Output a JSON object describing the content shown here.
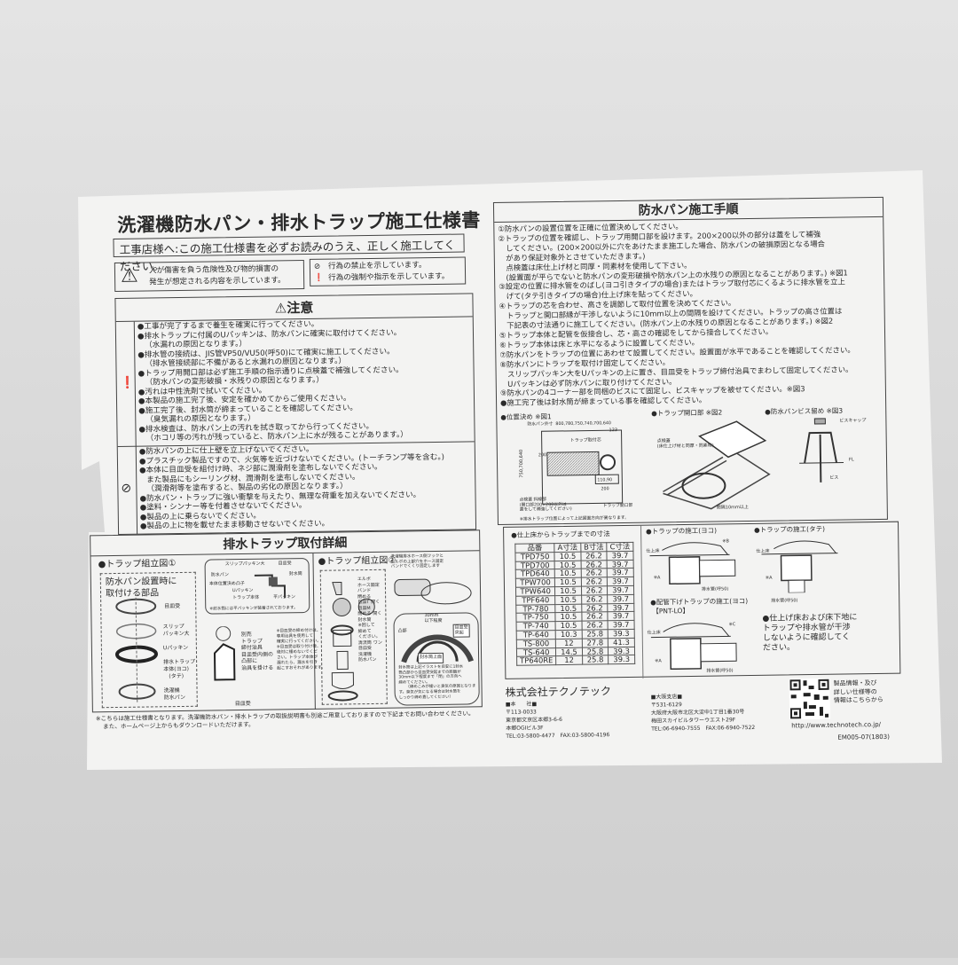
{
  "title": "洗濯機防水パン・排水トラップ施工仕様書",
  "notice": "工事店様へ:この施工仕様書を必ずお読みのうえ、正しく施工してください。",
  "legend": {
    "warning": [
      "人が傷害を負う危険性及び物的損害の",
      "発生が想定される内容を示しています。"
    ],
    "prohibit": "行為の禁止を示しています。",
    "mandatory": "行為の強制や指示を示しています。"
  },
  "caution": {
    "header": "注意",
    "mandatory_items": [
      "●工事が完了するまで養生を確実に行ってください。",
      "●排水トラップに付属のUパッキンは、防水パンに確実に取付けてください。",
      "（水漏れの原因となります。）",
      "●排水管の接続は、JIS管VP50/VU50(呼50)にて確実に施工してください。",
      "（排水管接続部に不備があると水漏れの原因となります。）",
      "●トラップ用開口部は必ず施工手順の指示通りに点検蓋で補強してください。",
      "（防水パンの変形破損・水残りの原因となります。）",
      "●汚れは中性洗剤で拭いてください。",
      "●本製品の施工完了後、安定を確かめてからご使用ください。",
      "●施工完了後、封水筒が締まっていることを確認してください。",
      "（臭気漏れの原因となります。）",
      "●排水検査は、防水パン上の汚れを拭き取ってから行ってください。",
      "（ホコリ等の汚れが残っていると、防水パン上に水が残ることがあります。）"
    ],
    "prohibit_items": [
      "●防水パンの上に仕上壁を立上げないでください。",
      "●プラスチック製品ですので、火気等を近づけないでください。(トーチランプ等を含む。)",
      "●本体に目皿受を組付け時、ネジ部に潤滑剤を塗布しないでください。",
      "また製品にもシーリング材、潤滑剤を塗布しないでください。",
      "（潤滑剤等を塗布すると、製品の劣化の原因となります。）",
      "●防水パン・トラップに強い衝撃を与えたり、無理な荷重を加えないでください。",
      "●塗料・シンナー等を付着させないでください。",
      "●製品の上に乗らないでください。",
      "●製品の上に物を載せたまま移動させないでください。"
    ]
  },
  "detail": {
    "header": "排水トラップ取付詳細",
    "fig1": {
      "title": "●トラップ組立図①",
      "parts_title": [
        "防水パン設置時に",
        "取付ける部品"
      ],
      "parts": [
        "目皿受",
        "スリップ",
        "パッキン大",
        "Uパッキン",
        "排水トラップ",
        "本体(ヨコ)",
        "(タテ)",
        "洗濯機",
        "防水パン",
        "目皿受"
      ],
      "callout": [
        "スリップパッキン大",
        "目皿受",
        "防水パン",
        "封水筒",
        "本体位置決め凸子",
        "Uパッキン",
        "トラップ本体",
        "平パッキン",
        "※封水筒には平パッキンが装着されております。"
      ],
      "tool": [
        "別売",
        "トラップ",
        "締付治具",
        "目皿受内側の",
        "凸部に",
        "治具を掛ける"
      ],
      "tool_note": [
        "※目皿受の締め付けは、",
        "専用治具を使用して",
        "確実に行ってください。",
        "※目皿受は取り付け後、",
        "絶対に緩めないでくだ",
        "さい。トラップ本体が",
        "漏れたら、漏水を引き",
        "起こすおそれがあります。"
      ]
    },
    "fig2": {
      "title": "●トラップ組立図②",
      "labels": [
        "エルボ",
        "ホース固定",
        "バンド",
        "閉める",
        "目皿T",
        "開く",
        "目皿M",
        "閉める",
        "開く",
        "封水筒",
        "※回して",
        "締めて",
        "ください。",
        "清流筒",
        "ワン",
        "目皿受",
        "洗濯機",
        "防水パン"
      ],
      "hose_note": [
        "洗濯機排水ホース側フックと",
        "エルボの上部穴をホース固定",
        "バンドでくくり固定します"
      ],
      "seal": [
        "30mm",
        "以下程度",
        "凸部",
        "目皿受",
        "突起",
        "封水筒上面"
      ],
      "seal_note": [
        "封水筒は上記イラストを目安に1封水",
        "筒凸部から目皿受突起までの距離が",
        "30mm以下程度まで「閉」の方向へ",
        "締めてください。",
        "（締めこみが緩いと臭気の原因となりま",
        "す。臭気が気になる場合は封水筒を",
        "しっかり締め直してください）"
      ]
    }
  },
  "footnote": [
    "※こちらは施工仕様書となります。洗濯機防水パン・排水トラップの取扱説明書も別途ご用意しておりますので下記までお問い合わせください。",
    "また、ホームページ上からもダウンロードいただけます。"
  ],
  "procedure": {
    "header": "防水パン施工手順",
    "steps": [
      "①防水パンの設置位置を正確に位置決めしてください。",
      "②トラップの位置を確認し、トラップ用開口部を設けます。200×200以外の部分は蓋をして補強",
      "　してください。(200×200以外に穴をあけたまま施工した場合、防水パンの破損原因となる場合",
      "　があり保証対象外とさせていただきます。)",
      "　点検蓋は床仕上げ材と同厚・同素材を使用して下さい。",
      "　(設置面が平らでないと防水パンの変形破損や防水パン上の水残りの原因となることがあります。) ※図1",
      "③設定の位置に排水管をのばし(ヨコ引きタイプの場合)またはトラップ取付芯にくるように排水管を立上",
      "　げて(タテ引きタイプの場合)仕上げ床を貼ってください。",
      "④トラップの芯を合わせ、高さを調節して取付位置を決めてください。",
      "　トラップと開口部縁が干渉しないように10mm以上の間隔を設けてください。トラップの高さ位置は",
      "　下記表の寸法通りに施工してください。(防水パン上の水残りの原因となることがあります。) ※図2",
      "⑤トラップ本体と配管を仮接合し、芯・高さの確認をしてから接合してください。",
      "⑥トラップ本体は床と水平になるように設置してください。",
      "⑦防水パンをトラップの位置にあわせて設置してください。設置面が水平であることを確認してください。",
      "⑧防水パンにトラップを取付け固定してください。",
      "　スリップパッキン大をUパッキンの上に置き、目皿受をトラップ締付治具でまわして固定してください。",
      "　Uパッキンは必ず防水パンに取り付けてください。",
      "⑨防水パンの4コーナー部を同梱のビスにて固定し、ビスキャップを被せてください。※図3",
      "●施工完了後は封水筒が締まっている事を確認してください。"
    ],
    "fig1": {
      "title": "●位置決め ※図1",
      "labels": [
        "防水パン外寸",
        "800,780,750,740,700,640",
        "123",
        "トラップ取付芯",
        "750,700,640",
        "200",
        "110,90",
        "200",
        "点検蓋 斜線部",
        "(開口部200×200以外は",
        "蓋をして補強してください)",
        "トラップ開口部"
      ],
      "note": "※排水トラップ位置によって上記図面方向が異なります。"
    },
    "fig2": {
      "title": "●トラップ開口部 ※図2",
      "labels": [
        "点検蓋",
        "(床仕上げ材と同厚・同素材)",
        "間隔10mm以上"
      ]
    },
    "fig3": {
      "title": "●防水パンビス留め ※図3",
      "labels": [
        "ビスキャップ",
        "FL",
        "ビス"
      ]
    }
  },
  "dimensions": {
    "title": "●仕上床からトラップまでの寸法",
    "columns": [
      "品番",
      "A寸法",
      "B寸法",
      "C寸法"
    ],
    "rows": [
      [
        "TPD750",
        "10.5",
        "26.2",
        "39.7"
      ],
      [
        "TPD700",
        "10.5",
        "26.2",
        "39.7"
      ],
      [
        "TPD640",
        "10.5",
        "26.2",
        "39.7"
      ],
      [
        "TPW700",
        "10.5",
        "26.2",
        "39.7"
      ],
      [
        "TPW640",
        "10.5",
        "26.2",
        "39.7"
      ],
      [
        "TPF640",
        "10.5",
        "26.2",
        "39.7"
      ],
      [
        "TP-780",
        "10.5",
        "26.2",
        "39.7"
      ],
      [
        "TP-750",
        "10.5",
        "26.2",
        "39.7"
      ],
      [
        "TP-740",
        "10.5",
        "26.2",
        "39.7"
      ],
      [
        "TP-640",
        "10.3",
        "25.8",
        "39.3"
      ],
      [
        "TS-800",
        "12",
        "27.8",
        "41.3"
      ],
      [
        "TS-640",
        "14.5",
        "25.8",
        "39.3"
      ],
      [
        "TP640RE",
        "12",
        "25.8",
        "39.3"
      ]
    ],
    "yoko": {
      "title": "●トラップの施工(ヨコ)",
      "labels": [
        "仕上床",
        "※B",
        "※A",
        "排水管(呼50)"
      ]
    },
    "tate": {
      "title": "●トラップの施工(タテ)",
      "labels": [
        "仕上床",
        "※A",
        "排水管(呼50)"
      ]
    },
    "pnt": {
      "title": "●配管下げトラップの施工(ヨコ)",
      "model": "【PNT-LO】",
      "labels": [
        "仕上床",
        "※C",
        "※A",
        "排水管(呼50)"
      ]
    },
    "note": [
      "●仕上げ床および床下地に",
      "トラップや排水管が干渉",
      "しないように確認してく",
      "ださい。"
    ]
  },
  "company": {
    "name": "株式会社テクノテック",
    "hq": {
      "label": "■本　　社■",
      "zip": "〒113-0033",
      "addr1": "東京都文京区本郷3-6-6",
      "addr2": "本郷OGIビル3F",
      "tel": "TEL:03-5800-4477　FAX:03-5800-4196"
    },
    "osaka": {
      "label": "■大阪支店■",
      "zip": "〒531-6129",
      "addr1": "大阪府大阪市北区大淀中1丁目1番30号",
      "addr2": "梅田スカイビルタワーウエスト29F",
      "tel": "TEL:06-6940-7555　FAX:06-6940-7522"
    },
    "qr_text": [
      "製品情報・及び",
      "詳しい仕様等の",
      "情報はこちらから"
    ],
    "url": "http://www.technotech.co.jp/",
    "code": "EM005-07(1803)"
  }
}
